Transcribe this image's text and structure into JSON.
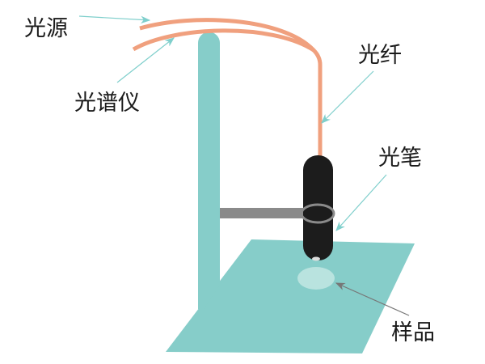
{
  "labels": {
    "light_source": "光源",
    "spectrometer": "光谱仪",
    "fiber": "光纤",
    "light_pen": "光笔",
    "sample": "样品"
  },
  "colors": {
    "stand": "#86cdc9",
    "fiber": "#f0a07e",
    "pen": "#1c1c1c",
    "arm": "#8a8a8a",
    "sample": "#b9e3df",
    "leader": "#7fcfcc"
  }
}
